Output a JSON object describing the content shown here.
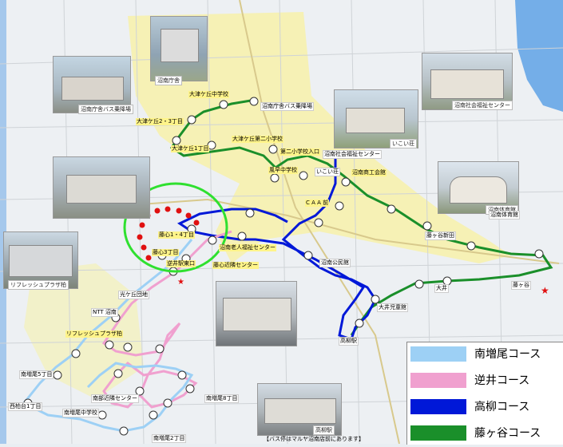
{
  "colors": {
    "minami_masuo": "#9dd0f5",
    "sakasai": "#f0a0cf",
    "takayanagi": "#0018d8",
    "fujigaya": "#1a8f2a",
    "yellow_area": "#f8f1a0",
    "river": "#74aee8"
  },
  "legend": [
    {
      "label": "南増尾コース",
      "color": "#9dd0f5"
    },
    {
      "label": "逆井コース",
      "color": "#f0a0cf"
    },
    {
      "label": "高柳コース",
      "color": "#0018d8"
    },
    {
      "label": "藤ヶ谷コース",
      "color": "#1a8f2a"
    }
  ],
  "photos": [
    {
      "caption": "沼南庁舎"
    },
    {
      "caption": "沼南庁舎バス乗降場"
    },
    {
      "caption": "いこい荘"
    },
    {
      "caption": "沼南社会福祉センター"
    },
    {
      "caption": "沼南体育館"
    },
    {
      "caption": "リフレッシュプラザ柏"
    },
    {
      "caption": "高柳駅"
    }
  ],
  "places": [
    {
      "label": "沼南庁舎バス乗降場"
    },
    {
      "label": "大津ケ丘中学校"
    },
    {
      "label": "大津ケ丘2・3丁目"
    },
    {
      "label": "大津ケ丘第二小学校"
    },
    {
      "label": "大津ケ丘1丁目"
    },
    {
      "label": "沼南社会福祉センター"
    },
    {
      "label": "第二小学校入口"
    },
    {
      "label": "風早中学校"
    },
    {
      "label": "いこい荘"
    },
    {
      "label": "沼南商工会館"
    },
    {
      "label": "C A A 前"
    },
    {
      "label": "藤心1・4丁目"
    },
    {
      "label": "藤心3丁目"
    },
    {
      "label": "沼南老人福祉センター"
    },
    {
      "label": "逆井駅東口"
    },
    {
      "label": "藤心近隣センター"
    },
    {
      "label": "光ケ丘団地"
    },
    {
      "label": "NTT 沼南"
    },
    {
      "label": "南部近隣センター"
    },
    {
      "label": "南増尾8丁目"
    },
    {
      "label": "南増尾2丁目"
    },
    {
      "label": "南増尾5丁目"
    },
    {
      "label": "西柏台1丁目"
    },
    {
      "label": "沼南公民館"
    },
    {
      "label": "大井児童館"
    },
    {
      "label": "高柳駅"
    },
    {
      "label": "藤ヶ谷新田"
    },
    {
      "label": "藤ヶ谷"
    },
    {
      "label": "沼南体育館"
    },
    {
      "label": "大井"
    },
    {
      "label": "リフレッシュプラザ柏"
    },
    {
      "label": "南増尾中学校"
    }
  ],
  "caption": "【バス停はマルヤ沼南店前にあります】"
}
